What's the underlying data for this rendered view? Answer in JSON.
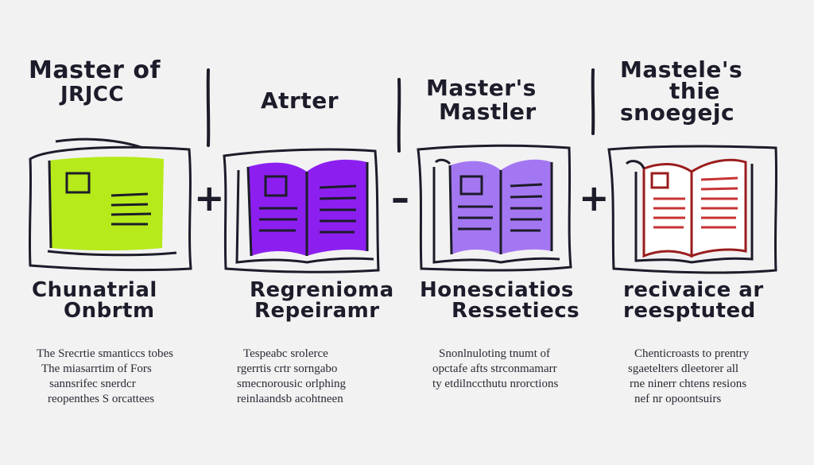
{
  "panels": [
    {
      "title": [
        "Master of",
        "JRJCC"
      ],
      "subtitle": [
        "Chunatrial",
        "Onbrtm"
      ],
      "caption": [
        "The Srecrtie smanticcs tobes",
        "The miasarrtim of Fors",
        "sannsrifec snerdcr",
        "reopenthes S orcattees"
      ],
      "color": "#b6ea1a"
    },
    {
      "title": [
        "Atrter"
      ],
      "subtitle": [
        "Regrenioma",
        "Repeiramr"
      ],
      "caption": [
        "Tespeabc srolerce",
        "rgerrtis crtr sorngabo",
        "smecnorousic orlphing",
        "reinlaandsb acohtneen"
      ],
      "color": "#8c1ff0"
    },
    {
      "title": [
        "Master's",
        "Mastler"
      ],
      "subtitle": [
        "Honesciatios",
        "Ressetiecs"
      ],
      "caption": [
        "Snonlnuloting tnumt of",
        "opctafe afts strconmamarr",
        "ty etdilnccthutu nrorctions"
      ],
      "color": "#a477f2"
    },
    {
      "title": [
        "Mastele's",
        "thie",
        "snoegejc"
      ],
      "subtitle": [
        "recivaice ar",
        "reesptuted"
      ],
      "caption": [
        "Chenticroasts to prentry",
        "sgaetelters dleetorer all",
        "rne ninerr chtens resions",
        "nef nr opoontsuirs"
      ],
      "color": "#ffffff"
    }
  ],
  "operators": [
    "+",
    "–",
    "+"
  ]
}
